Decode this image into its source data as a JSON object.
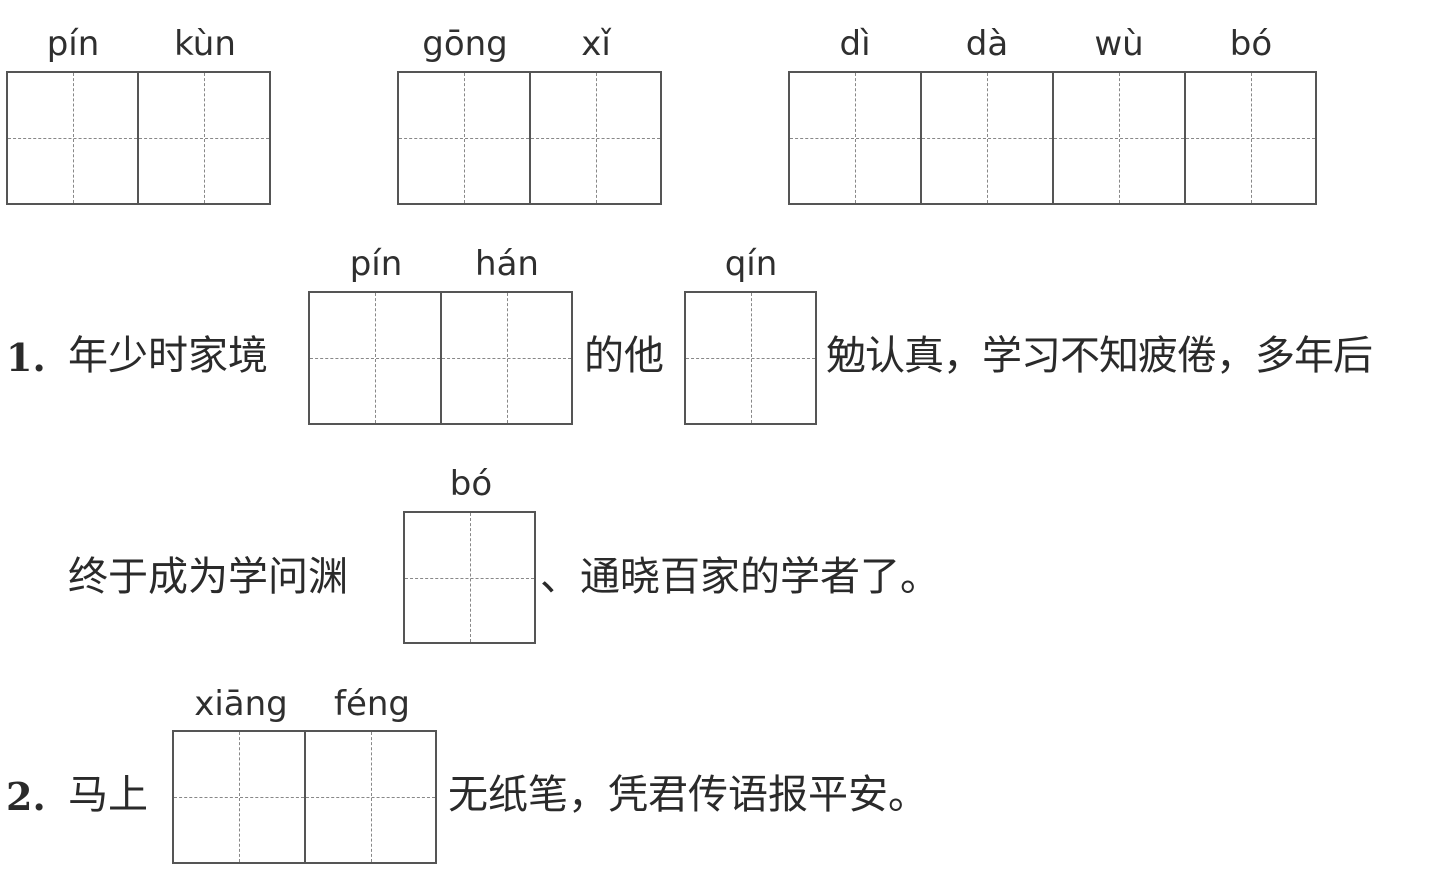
{
  "top_row": {
    "group1": [
      "pín",
      "kùn"
    ],
    "group2": [
      "gōng",
      "xǐ"
    ],
    "group3": [
      "dì",
      "dà",
      "wù",
      "bó"
    ]
  },
  "q1": {
    "number": "1.",
    "before": "年少时家境",
    "pinyin_a": [
      "pín",
      "hán"
    ],
    "middle": "的他",
    "pinyin_b": "qín",
    "after": "勉认真，学习不知疲倦，多年后",
    "line2_before": "终于成为学问渊",
    "pinyin_c": "bó",
    "line2_after": "、通晓百家的学者了。"
  },
  "q2": {
    "number": "2.",
    "before": "马上",
    "pinyin": [
      "xiāng",
      "féng"
    ],
    "after": "无纸笔，凭君传语报平安。"
  }
}
